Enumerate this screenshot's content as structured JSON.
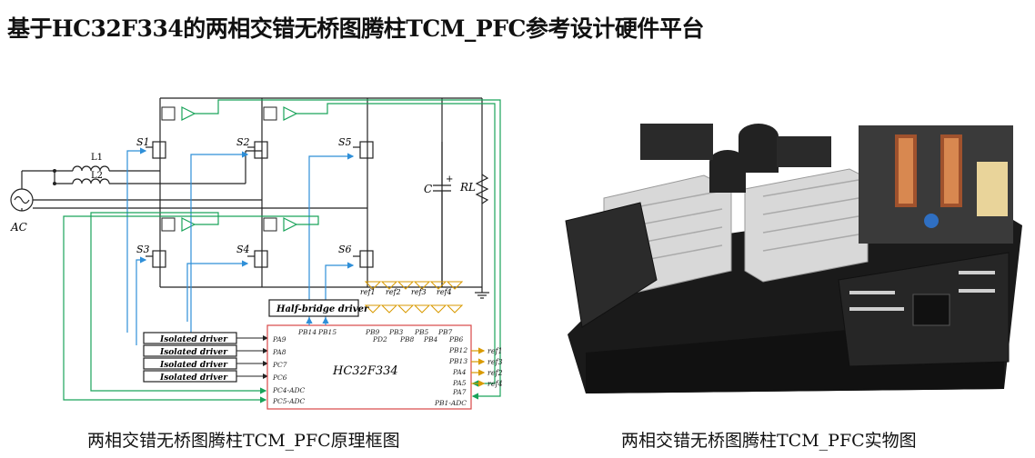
{
  "title": "基于HC32F334的两相交错无桥图腾柱TCM_PFC参考设计硬件平台",
  "left_caption": "两相交错无桥图腾柱TCM_PFC原理框图",
  "right_caption": "两相交错无桥图腾柱TCM_PFC实物图",
  "schematic": {
    "source_label": "AC",
    "inductors": [
      "L1",
      "L2"
    ],
    "switches": [
      "S1",
      "S2",
      "S5",
      "S3",
      "S4",
      "S6"
    ],
    "capacitor": "C",
    "load": "RL",
    "half_bridge": "Half-bridge driver",
    "isolated_drivers": [
      "Isolated driver",
      "Isolated driver",
      "Isolated driver",
      "Isolated driver"
    ],
    "mcu": "HC32F334",
    "mcu_left_pins": [
      "PA9",
      "PA8",
      "PC7",
      "PC6",
      "PC4-ADC",
      "PC5-ADC"
    ],
    "mcu_top_pins": [
      "PB14",
      "PB15",
      "PB9",
      "PD2",
      "PB3",
      "PB8",
      "PB5",
      "PB4",
      "PB7",
      "PB6"
    ],
    "mcu_right_pins": [
      "PB12",
      "PB13",
      "PA4",
      "PA5",
      "PA7",
      "PB1-ADC"
    ],
    "ref_labels": [
      "ref1",
      "ref2",
      "ref3",
      "ref4"
    ]
  },
  "colors": {
    "blue": "#2f8fd8",
    "green": "#1aa35a",
    "yellow": "#d99a00",
    "box_red": "#d84848"
  }
}
